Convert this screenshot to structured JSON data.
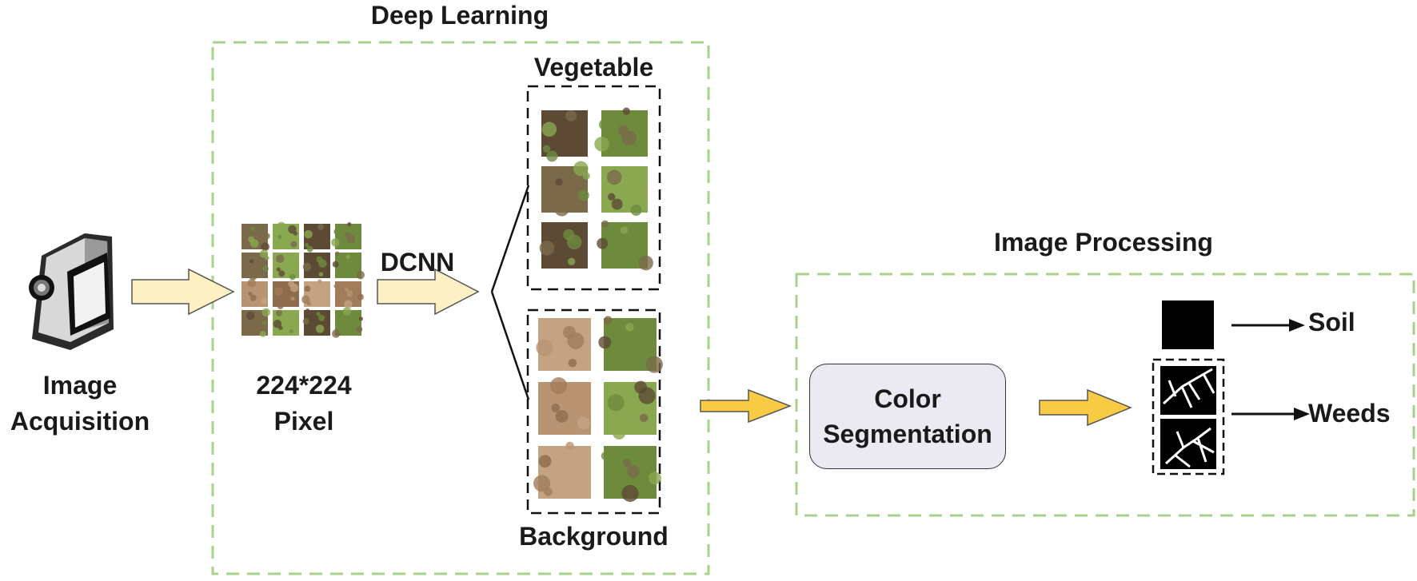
{
  "sections": {
    "deep_learning_title": "Deep Learning",
    "image_processing_title": "Image Processing"
  },
  "acquisition": {
    "icon": "video-camera-icon",
    "label_line1": "Image",
    "label_line2": "Acquisition"
  },
  "input": {
    "size_label": "224*224",
    "unit_label": "Pixel"
  },
  "network": {
    "label": "DCNN"
  },
  "classes": {
    "vegetable_label": "Vegetable",
    "background_label": "Background"
  },
  "processing": {
    "step_line1": "Color",
    "step_line2": "Segmentation",
    "outputs": [
      "Soil",
      "Weeds"
    ]
  },
  "colors": {
    "dashed_green": "#a9d18e",
    "arrow_light_fill": "#fdf0c4",
    "arrow_gold_fill": "#f9cb45",
    "box_fill": "#ebe9f2",
    "soil_green_dark": "#4e6b2e",
    "soil_brown": "#8a6a45"
  }
}
